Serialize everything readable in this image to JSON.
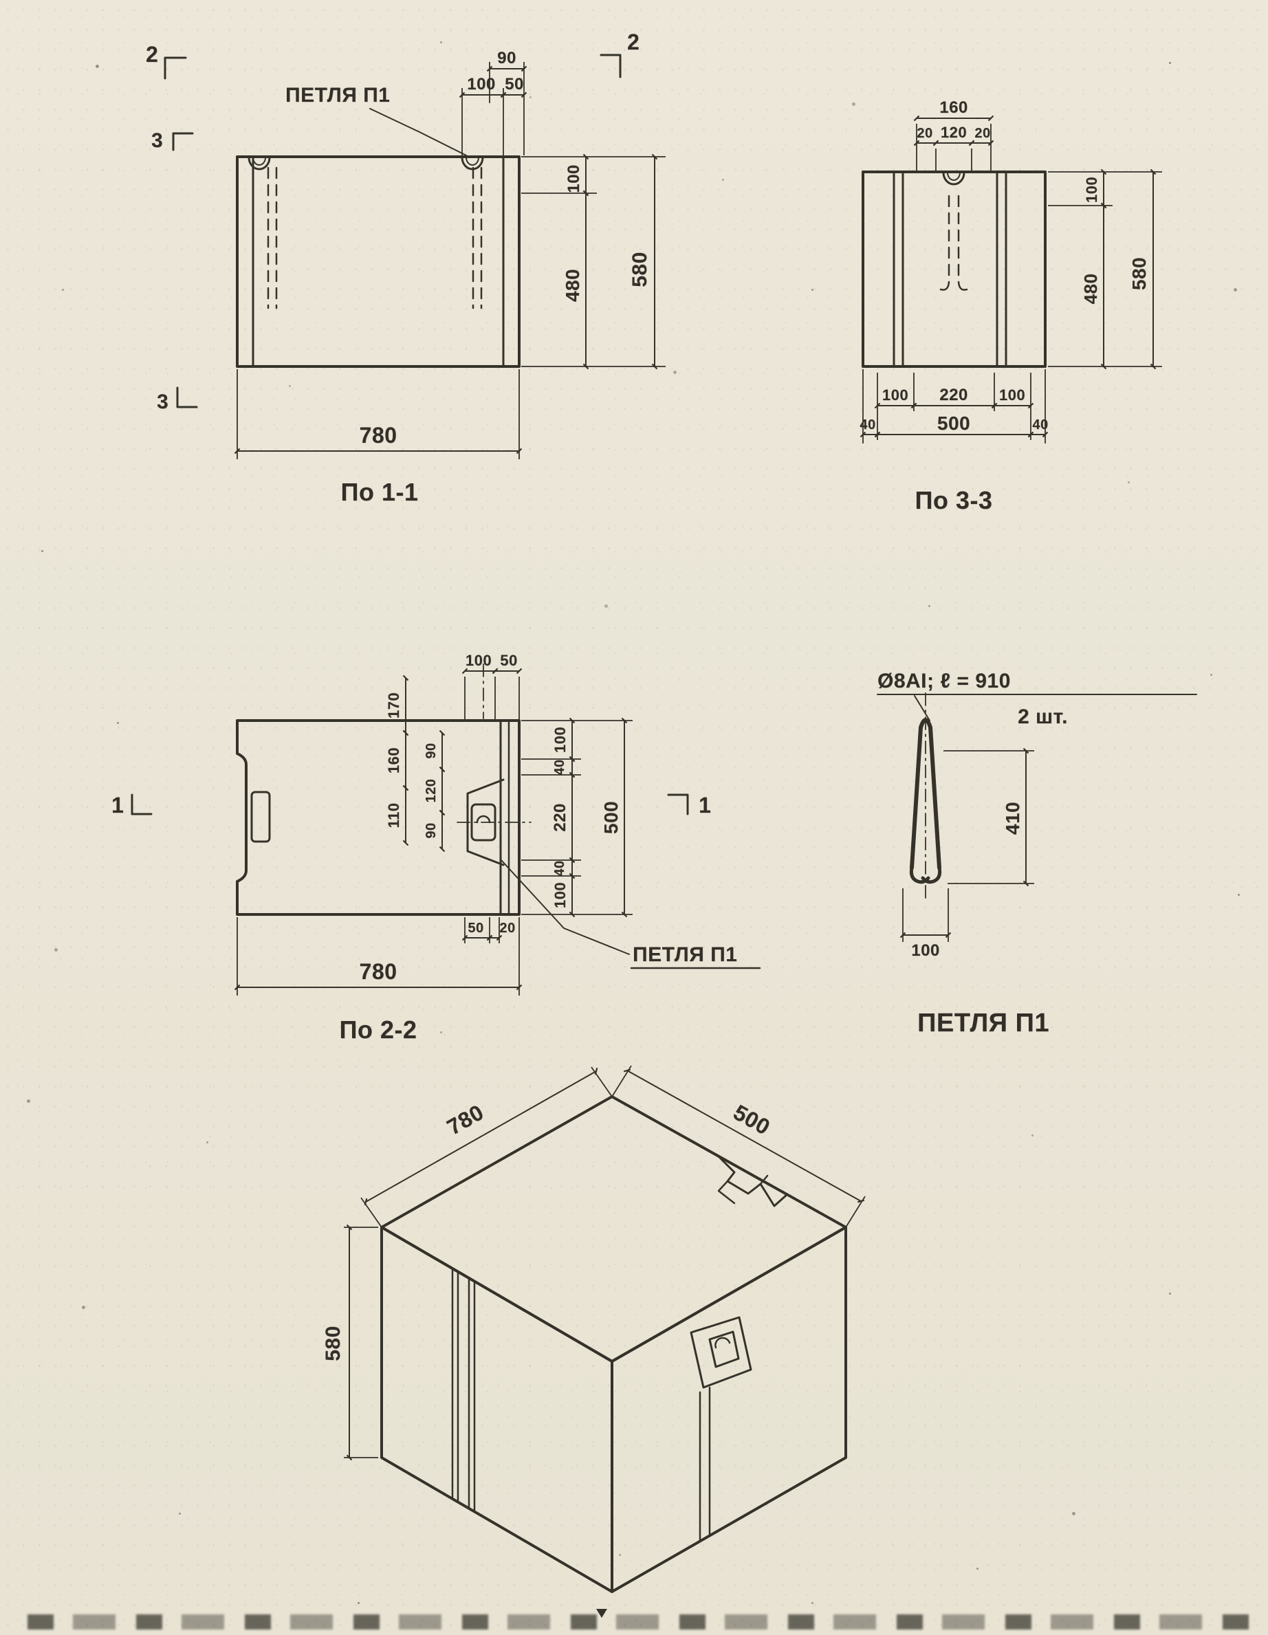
{
  "colors": {
    "paper": "#ece7d9",
    "ink": "#35322a"
  },
  "section_1_1": {
    "caption": "По 1-1",
    "loop_label": "ПЕТЛЯ П1",
    "mark_2_left": "2",
    "mark_2_right": "2",
    "mark_3_top": "3",
    "mark_3_bottom": "3",
    "dim_90": "90",
    "dim_100_top": "100",
    "dim_50": "50",
    "dim_100_right": "100",
    "dim_480": "480",
    "dim_580": "580",
    "dim_780": "780"
  },
  "section_3_3": {
    "caption": "По 3-3",
    "dim_160": "160",
    "dim_20_left": "20",
    "dim_120": "120",
    "dim_20_right": "20",
    "dim_100_right": "100",
    "dim_480": "480",
    "dim_580": "580",
    "dim_100_bl": "100",
    "dim_220": "220",
    "dim_100_br": "100",
    "dim_40_left": "40",
    "dim_500": "500",
    "dim_40_right": "40"
  },
  "section_2_2": {
    "caption": "По 2-2",
    "loop_label": "ПЕТЛЯ П1",
    "mark_1_left": "1",
    "mark_1_right": "1",
    "dim_100_top": "100",
    "dim_50_top": "50",
    "dim_170": "170",
    "dim_160": "160",
    "dim_110": "110",
    "dim_90_a": "90",
    "dim_120": "120",
    "dim_90_b": "90",
    "dim_100_rt": "100",
    "dim_40_rt": "40",
    "dim_220": "220",
    "dim_40_rb": "40",
    "dim_100_rb": "100",
    "dim_500": "500",
    "dim_50_b": "50",
    "dim_20_b": "20",
    "dim_780": "780"
  },
  "loop_detail": {
    "caption": "ПЕТЛЯ П1",
    "bar_label": "Ø8АI; ℓ = 910",
    "qty_label": "2 шт.",
    "dim_410": "410",
    "dim_100": "100"
  },
  "isometric": {
    "dim_780": "780",
    "dim_500": "500",
    "dim_580": "580"
  }
}
